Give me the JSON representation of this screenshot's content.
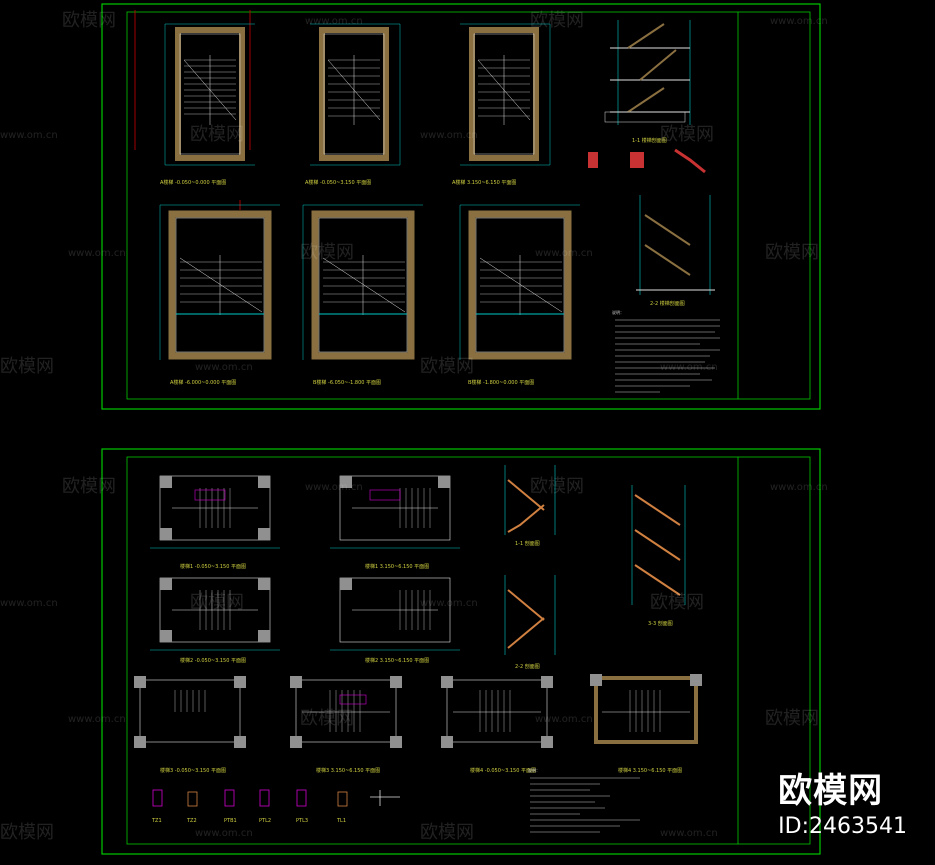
{
  "watermark": {
    "brand": "欧模网",
    "domain": "www.om.cn"
  },
  "badge": {
    "logo": "欧模网",
    "id": "ID:2463541"
  },
  "colors": {
    "frame": "#00c800",
    "wall": "#8a7040",
    "stair": "#e0e0e0",
    "dim": "#00c8c8",
    "axis": "#c80000",
    "label": "#cfcf40"
  },
  "sheet1": {
    "plan_captions": [
      "A楼梯 -0.050~0.000 平面图",
      "A楼梯 -0.050~3.150 平面图",
      "A楼梯 3.150~6.150 平面图",
      "A楼梯 -6.000~0.000 平面图",
      "B楼梯 -6.050~-1.800 平面图",
      "B楼梯 -1.800~0.000 平面图"
    ],
    "section_captions": [
      "1-1 楼梯剖面图",
      "2-2 楼梯剖面图"
    ],
    "notes_title": "说明："
  },
  "sheet2": {
    "plan_captions": [
      "楼梯1 -0.050~3.150 平面图",
      "楼梯1 3.150~6.150 平面图",
      "楼梯2 -0.050~3.150 平面图",
      "楼梯2 3.150~6.150 平面图",
      "楼梯3 -0.050~3.150 平面图",
      "楼梯3 3.150~6.150 平面图",
      "楼梯4 -0.050~3.150 平面图",
      "楼梯4 3.150~6.150 平面图"
    ],
    "section_captions": [
      "1-1 剖面图",
      "2-2 剖面图",
      "3-3 剖面图"
    ],
    "detail_labels": [
      "TZ1",
      "TZ2",
      "PTB1",
      "PTL2",
      "PTL3",
      "TL1"
    ],
    "notes_title": "说明："
  }
}
